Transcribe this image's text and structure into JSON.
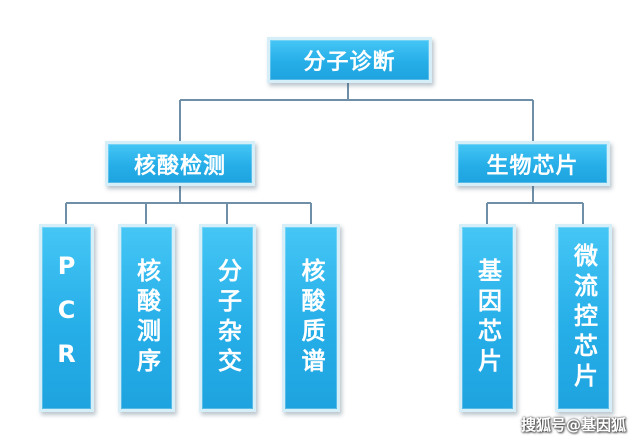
{
  "diagram": {
    "root": {
      "label": "分子诊断"
    },
    "branches": [
      {
        "label": "核酸检测",
        "children": [
          "PCR",
          "核酸测序",
          "分子杂交",
          "核酸质谱"
        ]
      },
      {
        "label": "生物芯片",
        "children": [
          "基因芯片",
          "微流控芯片"
        ]
      }
    ],
    "box_color": "#26aee8",
    "line_color": "#6f8fa8"
  },
  "watermark": "搜狐号@基因狐"
}
